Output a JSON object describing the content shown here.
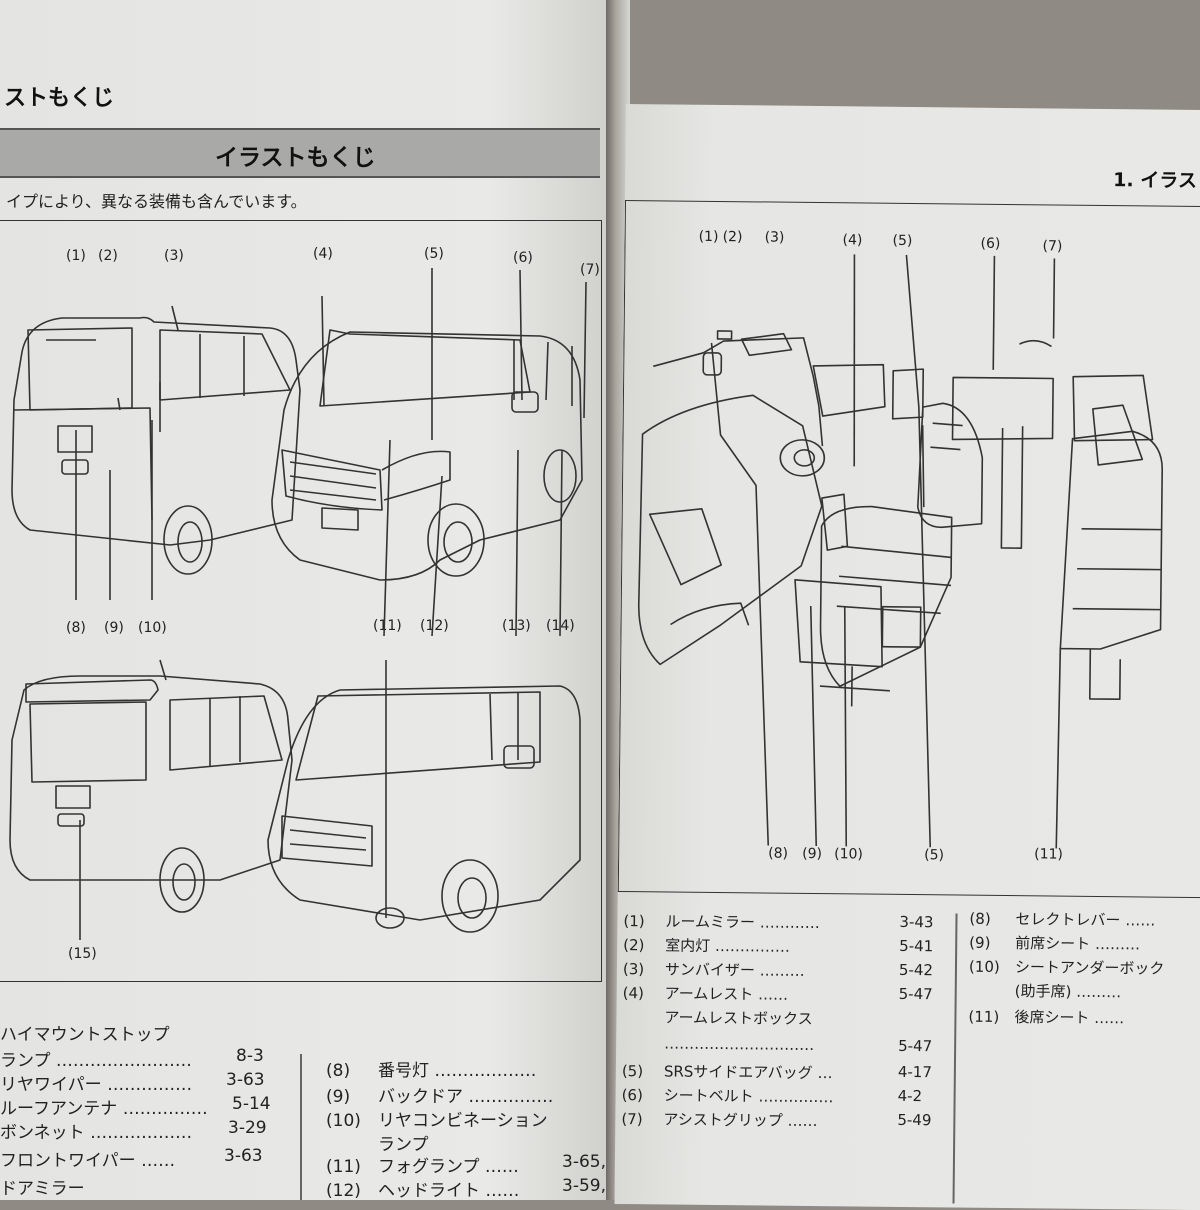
{
  "left_page": {
    "running_head": "ストもくじ",
    "title": "イラストもくじ",
    "intro": "イプにより、異なる装備も含んでいます。",
    "top_callouts": [
      "(1)",
      "(2)",
      "(3)",
      "(4)",
      "(5)",
      "(6)",
      "(7)"
    ],
    "bottom_callouts": [
      "(8)",
      "(9)",
      "(10)",
      "(11)",
      "(12)",
      "(13)",
      "(14)"
    ],
    "lower_callouts": [
      "(15)"
    ],
    "index_col1": [
      {
        "label": "ハイマウントストップ",
        "page": ""
      },
      {
        "label": "ランプ",
        "page": "8-3"
      },
      {
        "label": "リヤワイパー",
        "page": "3-63"
      },
      {
        "label": "ルーフアンテナ",
        "page": "5-14"
      },
      {
        "label": "ボンネット",
        "page": "3-29"
      },
      {
        "label": "フロントワイパー",
        "page": "3-63"
      },
      {
        "label": "ドアミラー",
        "page": ""
      }
    ],
    "index_col2": [
      {
        "no": "(8)",
        "label": "番号灯",
        "page": ""
      },
      {
        "no": "(9)",
        "label": "バックドア",
        "page": ""
      },
      {
        "no": "(10)",
        "label": "リヤコンビネーション",
        "page": ""
      },
      {
        "no": "",
        "label": "ランプ",
        "page": ""
      },
      {
        "no": "(11)",
        "label": "フォグランプ",
        "page": "3-65,"
      },
      {
        "no": "(12)",
        "label": "ヘッドライト",
        "page": "3-59,"
      }
    ]
  },
  "right_page": {
    "running_head": "1. イラス",
    "top_callouts": [
      "(1)",
      "(2)",
      "(3)",
      "(4)",
      "(5)",
      "(6)",
      "(7)"
    ],
    "bottom_callouts": [
      "(8)",
      "(9)",
      "(10)",
      "(5)",
      "(11)"
    ],
    "index_col1": [
      {
        "no": "(1)",
        "label": "ルームミラー",
        "page": "3-43"
      },
      {
        "no": "(2)",
        "label": "室内灯",
        "page": "5-41"
      },
      {
        "no": "(3)",
        "label": "サンバイザー",
        "page": "5-42"
      },
      {
        "no": "(4)",
        "label": "アームレスト",
        "page": "5-47"
      },
      {
        "no": "",
        "label": "アームレストボックス",
        "page": ""
      },
      {
        "no": "",
        "label": "",
        "page": "5-47"
      },
      {
        "no": "(5)",
        "label": "SRSサイドエアバッグ",
        "page": "4-17"
      },
      {
        "no": "(6)",
        "label": "シートベルト",
        "page": "4-2"
      },
      {
        "no": "(7)",
        "label": "アシストグリップ",
        "page": "5-49"
      }
    ],
    "index_col2": [
      {
        "no": "(8)",
        "label": "セレクトレバー",
        "page": ""
      },
      {
        "no": "(9)",
        "label": "前席シート",
        "page": ""
      },
      {
        "no": "(10)",
        "label": "シートアンダーボック",
        "page": ""
      },
      {
        "no": "",
        "label": "(助手席)",
        "page": ""
      },
      {
        "no": "(11)",
        "label": "後席シート",
        "page": ""
      }
    ]
  },
  "colors": {
    "page_bg": "#e8e8e6",
    "title_bar": "#a9a9a7",
    "ink": "#222222"
  }
}
